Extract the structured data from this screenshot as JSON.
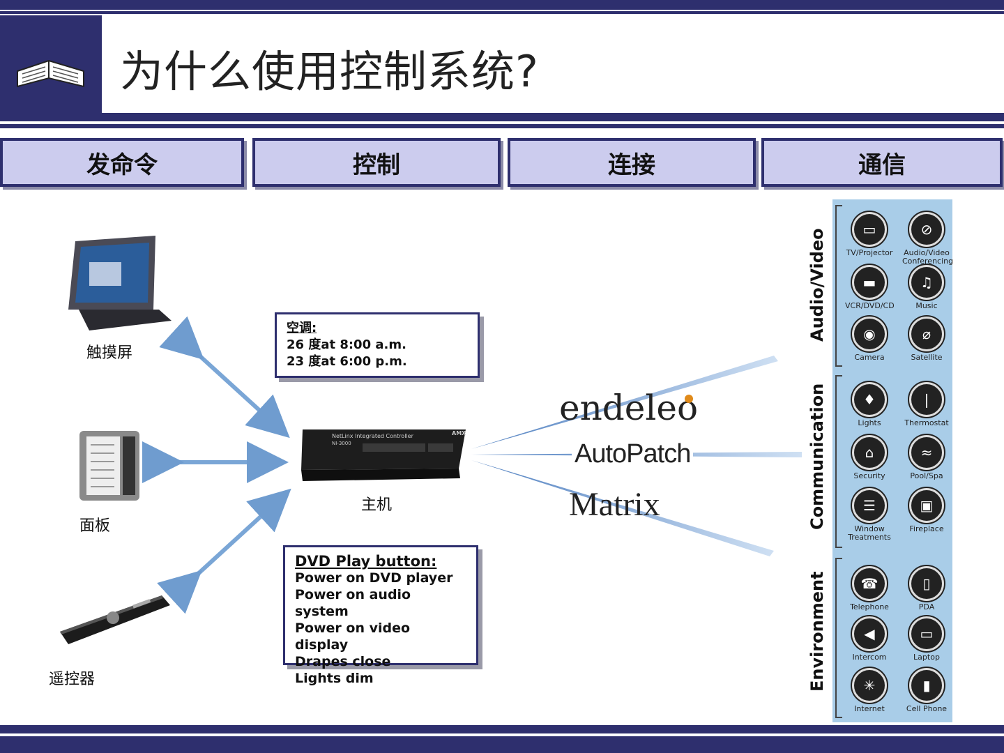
{
  "title": "为什么使用控制系统?",
  "categories": [
    "发命令",
    "控制",
    "连接",
    "通信"
  ],
  "inputs": [
    {
      "label": "触摸屏",
      "icon": "touch-panel-icon"
    },
    {
      "label": "面板",
      "icon": "keypad-icon"
    },
    {
      "label": "遥控器",
      "icon": "remote-icon"
    }
  ],
  "controller": {
    "label": "主机",
    "device_text": "NetLinx Integrated Controller",
    "model": "NI-3000",
    "brand_mark": "AMX",
    "icon": "controller-icon"
  },
  "callout_top": {
    "title": "空调:",
    "lines": [
      "26 度at 8:00 a.m.",
      "23 度at 6:00 p.m."
    ]
  },
  "callout_bottom": {
    "title": "DVD Play button:",
    "lines": [
      "Power on DVD player",
      "Power on audio system",
      "Power on video display",
      "Drapes close",
      "Lights dim"
    ]
  },
  "brands": [
    "endeleo",
    "AutoPatch",
    "Matrix"
  ],
  "panel": {
    "groups": [
      {
        "name": "Audio/Video",
        "devices": [
          [
            "TV/Projector",
            "Audio/Video\nConferencing"
          ],
          [
            "VCR/DVD/CD",
            "Music"
          ],
          [
            "Camera",
            "Satellite"
          ]
        ]
      },
      {
        "name": "Communication",
        "devices": [
          [
            "Lights",
            "Thermostat"
          ],
          [
            "Security",
            "Pool/Spa"
          ],
          [
            "Window\nTreatments",
            "Fireplace"
          ]
        ]
      },
      {
        "name": "Environment",
        "devices": [
          [
            "Telephone",
            "PDA"
          ],
          [
            "Intercom",
            "Laptop"
          ],
          [
            "Internet",
            "Cell Phone"
          ]
        ]
      }
    ]
  },
  "colors": {
    "navy": "#2e2f6e",
    "lavender": "#ccccee",
    "panel": "#a9cde8",
    "arrow": "#7aa6d6"
  }
}
